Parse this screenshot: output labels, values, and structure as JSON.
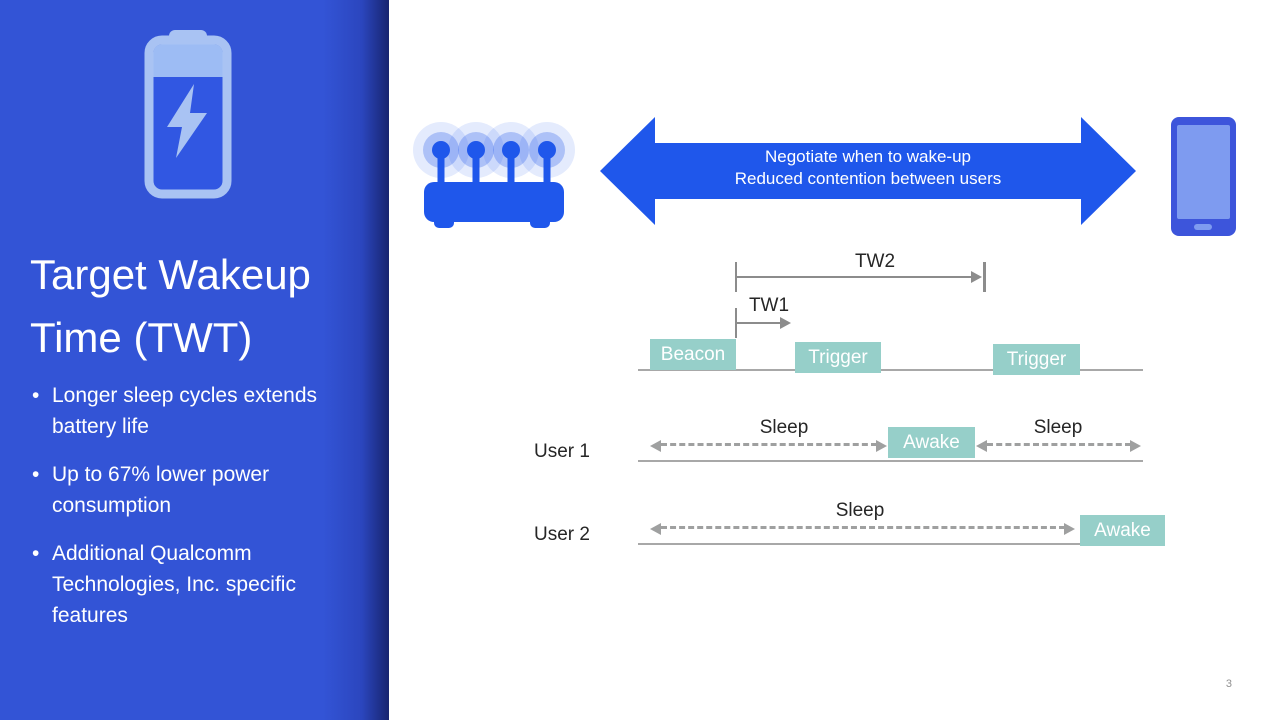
{
  "sidebar": {
    "title_lines": [
      "Target Wakeup",
      "Time (TWT)"
    ],
    "bullets": [
      [
        "Longer sleep cycles extends",
        "battery life"
      ],
      [
        "Up to 67% lower power",
        "consumption"
      ],
      [
        "Additional Qualcomm",
        "Technologies, Inc. specific",
        "features"
      ]
    ]
  },
  "banner": {
    "line1": "Negotiate when to wake-up",
    "line2": "Reduced contention between users"
  },
  "diagram": {
    "tw2_label": "TW2",
    "tw1_label": "TW1",
    "beacon_label": "Beacon",
    "trigger1_label": "Trigger",
    "trigger2_label": "Trigger",
    "user1": {
      "label": "User 1",
      "sleep_left": "Sleep",
      "awake": "Awake",
      "sleep_right": "Sleep"
    },
    "user2": {
      "label": "User 2",
      "sleep": "Sleep",
      "awake": "Awake"
    }
  },
  "footer": {
    "page_number": "3"
  },
  "colors": {
    "sidebar_blue": "#3354D6",
    "sidebar_edge_dark": "#17246F",
    "icon_light_blue": "#A9C3F3",
    "bright_blue": "#1F57EB",
    "phone_body_blue": "#3D55DB",
    "phone_screen_blue": "#7E9BF0",
    "teal": "#96CFC9",
    "line_gray": "#A8A8A8",
    "bracket_gray": "#8C8C8C",
    "dash_gray": "#9FA0A0"
  }
}
